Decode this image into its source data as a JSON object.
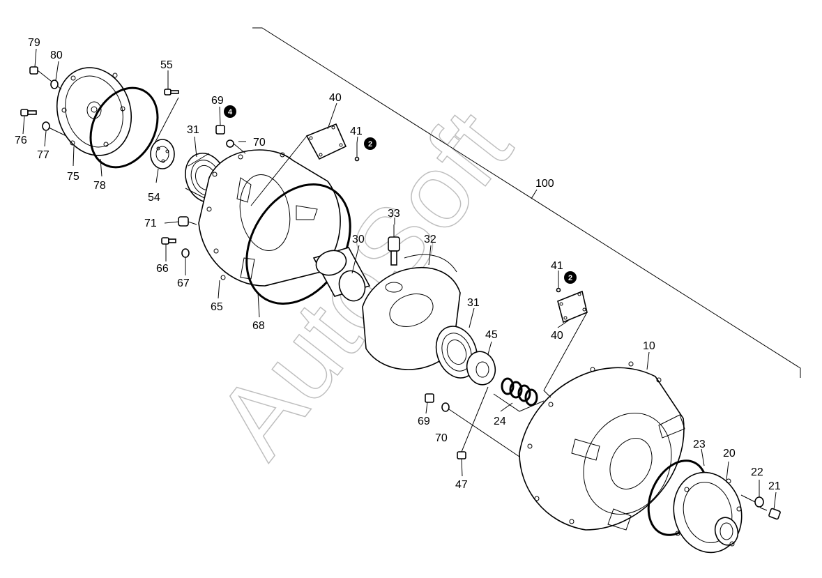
{
  "watermark": "AutoSoft",
  "callouts": [
    {
      "id": "79",
      "label": "79"
    },
    {
      "id": "80",
      "label": "80"
    },
    {
      "id": "76",
      "label": "76"
    },
    {
      "id": "77",
      "label": "77"
    },
    {
      "id": "75",
      "label": "75"
    },
    {
      "id": "78",
      "label": "78"
    },
    {
      "id": "54",
      "label": "54"
    },
    {
      "id": "55",
      "label": "55"
    },
    {
      "id": "31a",
      "label": "31"
    },
    {
      "id": "69a",
      "label": "69"
    },
    {
      "id": "70a",
      "label": "70"
    },
    {
      "id": "40a",
      "label": "40"
    },
    {
      "id": "41a",
      "label": "41"
    },
    {
      "id": "100",
      "label": "100"
    },
    {
      "id": "71",
      "label": "71"
    },
    {
      "id": "66",
      "label": "66"
    },
    {
      "id": "67",
      "label": "67"
    },
    {
      "id": "65",
      "label": "65"
    },
    {
      "id": "68",
      "label": "68"
    },
    {
      "id": "33",
      "label": "33"
    },
    {
      "id": "30",
      "label": "30"
    },
    {
      "id": "32",
      "label": "32"
    },
    {
      "id": "31b",
      "label": "31"
    },
    {
      "id": "45",
      "label": "45"
    },
    {
      "id": "41b",
      "label": "41"
    },
    {
      "id": "40b",
      "label": "40"
    },
    {
      "id": "10",
      "label": "10"
    },
    {
      "id": "69b",
      "label": "69"
    },
    {
      "id": "70b",
      "label": "70"
    },
    {
      "id": "24",
      "label": "24"
    },
    {
      "id": "47",
      "label": "47"
    },
    {
      "id": "23",
      "label": "23"
    },
    {
      "id": "20",
      "label": "20"
    },
    {
      "id": "22",
      "label": "22"
    },
    {
      "id": "21",
      "label": "21"
    }
  ],
  "badges": [
    {
      "id": "b4",
      "label": "4"
    },
    {
      "id": "b2a",
      "label": "2"
    },
    {
      "id": "b2b",
      "label": "2"
    }
  ]
}
